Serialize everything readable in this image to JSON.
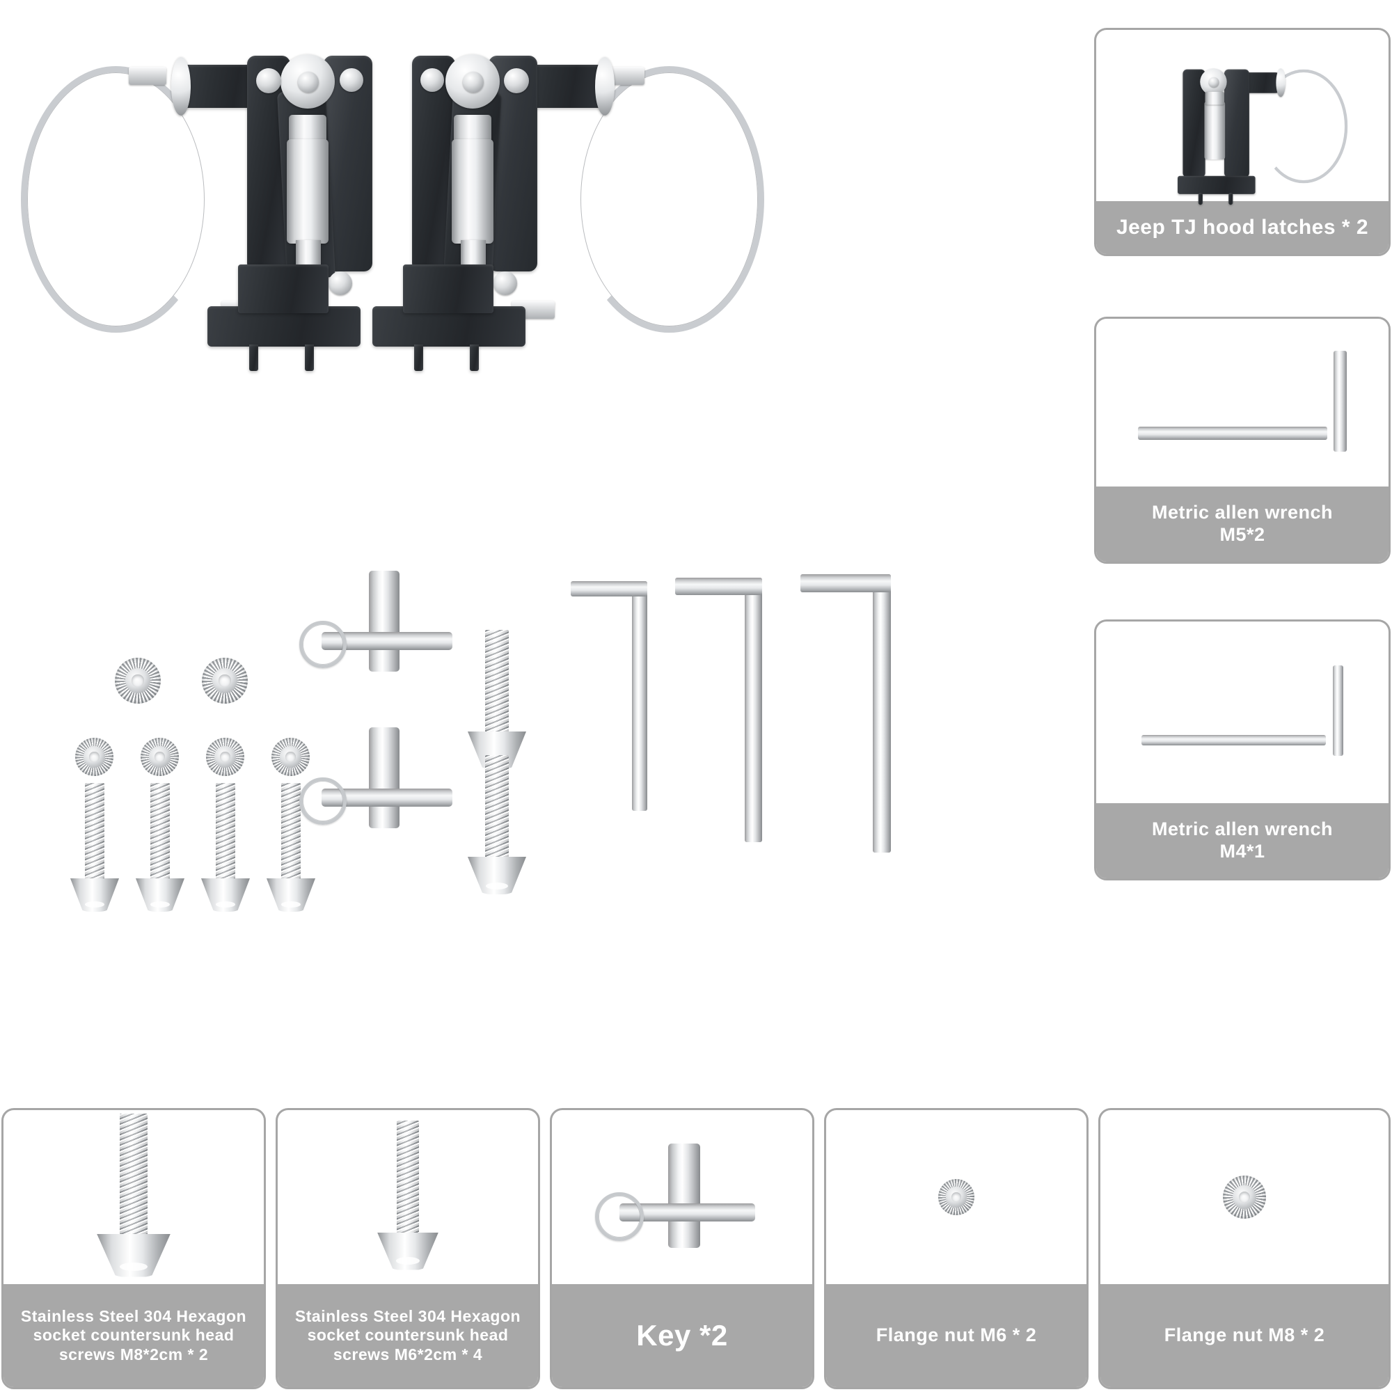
{
  "page": {
    "background": "#ffffff",
    "caption_bg": "#a8a8a8",
    "caption_text_color": "#ffffff",
    "box_border_color": "#a6a6a6",
    "metal_color": "#d7d9db",
    "black_plastic_color": "#2c3034"
  },
  "callouts": {
    "hood_latches": {
      "line1": "Jeep TJ hood latches * 2",
      "icon": "hood-latch-icon",
      "quantity": 2
    },
    "wrench_m5": {
      "line1": "Metric allen wrench",
      "line2": "M5*2",
      "icon": "allen-wrench-icon",
      "quantity": 2
    },
    "wrench_m4": {
      "line1": "Metric allen wrench",
      "line2": "M4*1",
      "icon": "allen-wrench-icon",
      "quantity": 1
    }
  },
  "bottom_row": [
    {
      "id": "screw-m8",
      "icon": "countersunk-screw-icon",
      "line1": "Stainless Steel 304 Hexagon",
      "line2": "socket countersunk head",
      "line3": "screws M8*2cm  * 2",
      "quantity": 2
    },
    {
      "id": "screw-m6",
      "icon": "countersunk-screw-icon",
      "line1": "Stainless Steel 304 Hexagon",
      "line2": "socket countersunk head",
      "line3": "screws M6*2cm * 4",
      "quantity": 4
    },
    {
      "id": "key",
      "icon": "key-pin-icon",
      "line1": "Key *2",
      "quantity": 2
    },
    {
      "id": "flange-nut-m6",
      "icon": "flange-nut-icon",
      "line1": "Flange nut M6 * 2",
      "quantity": 2
    },
    {
      "id": "flange-nut-m8",
      "icon": "flange-nut-icon",
      "line1": "Flange nut M8 * 2",
      "quantity": 2
    }
  ],
  "main_photo": {
    "name": "hood-latch-pair-photo",
    "items": 2,
    "description_parts": [
      "black-latch-body",
      "stainless-turnbuckle",
      "rod-end-bearing",
      "steel-safety-cable",
      "mounting-base-plate"
    ]
  },
  "parts_layout": {
    "name": "loose-hardware-photo",
    "groups": [
      {
        "id": "flange-nuts-large",
        "icon": "flange-nut-icon",
        "count": 2
      },
      {
        "id": "flange-nuts-small",
        "icon": "flange-nut-icon",
        "count": 4
      },
      {
        "id": "screws-m6",
        "icon": "countersunk-screw-icon",
        "count": 4
      },
      {
        "id": "key-pins",
        "icon": "key-pin-icon",
        "count": 2
      },
      {
        "id": "screws-m8",
        "icon": "countersunk-screw-icon",
        "count": 2
      },
      {
        "id": "allen-wrenches",
        "icon": "allen-wrench-icon",
        "count": 3
      }
    ]
  }
}
